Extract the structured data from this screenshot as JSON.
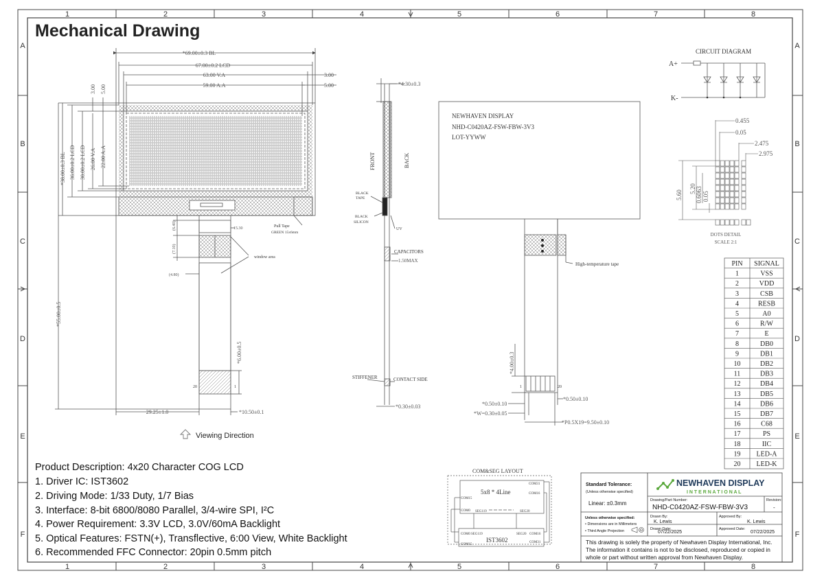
{
  "title": "Mechanical Drawing",
  "frame": {
    "col_labels": [
      "1",
      "2",
      "3",
      "4",
      "5",
      "6",
      "7",
      "8"
    ],
    "row_labels": [
      "A",
      "B",
      "C",
      "D",
      "E",
      "F"
    ]
  },
  "front_view": {
    "dims": {
      "bl_w": "*69.00±0.3  BL",
      "lcd_w": "67.00±0.2  LCD",
      "va_w": "63.00  V.A",
      "aa_w": "59.00  A.A",
      "r1": "3.00",
      "r2": "5.00",
      "l1": "3.00",
      "l2": "5.00",
      "bl_h": "*38.00±0.3  BL",
      "lcd_h": "36.00±0.2  LCD",
      "va_h2": "30.00±0.2  LCD",
      "va_h": "26.00  V.A",
      "aa_h": "22.00  A.A",
      "total_h": "*55.00±0.5",
      "tail_h": "*6.00±0.5",
      "d640": "(6.40)",
      "d710": "(7.10)",
      "d480": "(4.80)",
      "d1530": "15.30",
      "w2925": "29.25±1.0",
      "w1050": "*10.50±0.1",
      "pin20": "20",
      "pin1": "1"
    },
    "pull_tape": "Pull Tape",
    "pull_tape_2": "GREEN 15x6mm",
    "window_area": "window area",
    "viewing_direction": "Viewing Direction"
  },
  "side_view": {
    "dim_top": "*4.30±0.3",
    "front": "FRONT",
    "back": "BACK",
    "black_tape": "BLACK",
    "black_tape_2": "TAPE",
    "black_silicon": "BLACK",
    "black_silicon_2": "SILICON",
    "uv": "UV",
    "capacitors": "CAPACITORS",
    "cap_max": "1.50MAX",
    "stiffener": "STIFFENER",
    "contact_side": "CONTACT SIDE",
    "dim_bottom": "*0.30±0.03"
  },
  "back_view": {
    "line1": "NEWHAVEN DISPLAY",
    "line2": "NHD-C0420AZ-FSW-FBW-3V3",
    "line3": "LOT-YYWW",
    "hi_temp_tape": "High-temperature tape",
    "dim_400": "*4.00±0.3",
    "dim_050a": "*0.50±0.10",
    "dim_w030": "*W=0.30±0.05",
    "dim_050b": "*0.50±0.10",
    "dim_pitch": "*P0.5X19=9.50±0.10",
    "pin1": "1",
    "pin20": "20"
  },
  "circuit": {
    "title": "CIRCUIT DIAGRAM",
    "a_plus": "A+",
    "k_minus": "K-"
  },
  "dots": {
    "d0455": "0.455",
    "d005": "0.05",
    "d2475": "2.475",
    "d2975": "2.975",
    "d560": "5.60",
    "d520": "5.20",
    "d06063": "0.6063",
    "d005b": "0.05",
    "caption": "DOTS DETAIL",
    "scale": "SCALE 2:1"
  },
  "pin_table": {
    "headers": [
      "PIN",
      "SIGNAL"
    ],
    "rows": [
      [
        "1",
        "VSS"
      ],
      [
        "2",
        "VDD"
      ],
      [
        "3",
        "CSB"
      ],
      [
        "4",
        "RESB"
      ],
      [
        "5",
        "A0"
      ],
      [
        "6",
        "R/W"
      ],
      [
        "7",
        "E"
      ],
      [
        "8",
        "DB0"
      ],
      [
        "9",
        "DB1"
      ],
      [
        "10",
        "DB2"
      ],
      [
        "11",
        "DB3"
      ],
      [
        "12",
        "DB4"
      ],
      [
        "13",
        "DB5"
      ],
      [
        "14",
        "DB6"
      ],
      [
        "15",
        "DB7"
      ],
      [
        "16",
        "C68"
      ],
      [
        "17",
        "PS"
      ],
      [
        "18",
        "IIC"
      ],
      [
        "19",
        "LED-A"
      ],
      [
        "20",
        "LED-K"
      ]
    ]
  },
  "description": {
    "lines": [
      "Product Description: 4x20 Character COG LCD",
      "1. Driver IC: IST3602",
      "2. Driving Mode: 1/33 Duty, 1/7 Bias",
      "3. Interface: 8-bit 6800/8080 Parallel, 3/4-wire SPI, I²C",
      "4. Power Requirement: 3.3V LCD, 3.0V/60mA Backlight",
      "5. Optical Features: FSTN(+), Transflective, 6:00 View, White Backlight",
      "6. Recommended FFC Connector: 20pin 0.5mm pitch"
    ]
  },
  "com_seg": {
    "title": "COM&SEG LAYOUT",
    "format": "5x8 * 4Line",
    "com31_top": "COM31",
    "com16_top": "COM16",
    "com15_top": "COM15",
    "com0_top": "COM0",
    "seg119_top": "SEG119",
    "seg20_top": "SEG20",
    "com0_bot": "COM0",
    "seg119_bot": "SEG119",
    "seg20_bot": "SEG20",
    "com16_bot": "COM16",
    "com15_bot": "COM15",
    "com31_bot": "COM31",
    "ic": "IST3602"
  },
  "title_block": {
    "std_tol": "Standard Tolerance:",
    "unless": "(Unless otherwise specified)",
    "linear": "Linear:  ±0.3mm",
    "unless2": "Unless otherwise specified:",
    "dims_mm": "• Dimensions are in Millimeters",
    "third_angle": "• Third Angle Projection",
    "company": "NEWHAVEN DISPLAY",
    "company_sub": "I N T E R N A T I O N A L",
    "part_label": "Drawing/Part Number:",
    "part": "NHD-C0420AZ-FSW-FBW-3V3",
    "rev_label": "Revision:",
    "rev": "-",
    "drawn_by_label": "Drawn By:",
    "drawn_by": "K. Lewis",
    "approved_by_label": "Approved By:",
    "approved_by": "K. Lewis",
    "drawn_date_label": "Drawn Date:",
    "drawn_date": "07/22/2025",
    "approved_date_label": "Approved Date:",
    "approved_date": "07/22/2025",
    "notice": "This drawing is solely the property of Newhaven Display International, Inc. The information it contains is not to be disclosed, reproduced or copied in whole or part without written approval from Newhaven Display.",
    "notice_1": "This drawing is solely the property of Newhaven Display International, Inc.",
    "notice_2": "The information it contains is not to be disclosed, reproduced or copied in",
    "notice_3": "whole or part without written approval from Newhaven Display."
  },
  "colors": {
    "line": "#555555",
    "text": "#1e1e1e",
    "brand_green": "#5aa83c",
    "brand_dark": "#1f3a5a"
  }
}
